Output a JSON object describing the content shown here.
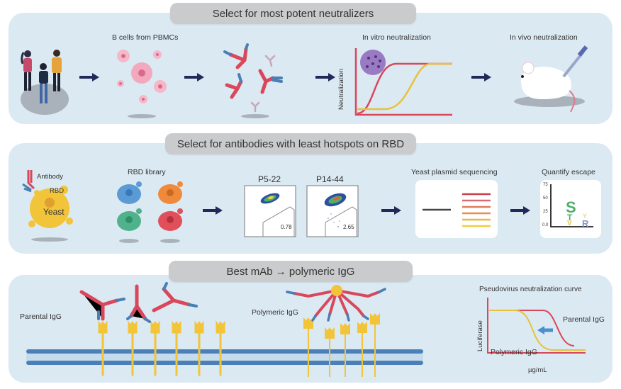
{
  "sections": [
    {
      "banner": "Select for most potent neutralizers",
      "steps": {
        "bcells": "B cells from PBMCs",
        "invitro": "In vitro neutralization",
        "invivo": "In vivo neutralization"
      },
      "invitro_plot": {
        "ylabel": "Neutralization",
        "series": [
          {
            "name": "potent",
            "color": "#d9475a"
          },
          {
            "name": "less potent",
            "color": "#e8c23c"
          }
        ]
      }
    },
    {
      "banner": "Select for antibodies with least hotspots on RBD",
      "labels": {
        "antibody": "Antibody",
        "rbd": "RBD",
        "yeast": "Yeast",
        "rbd_library": "RBD library",
        "seq": "Yeast plasmid sequencing",
        "escape": "Quantify escape"
      },
      "facs": [
        {
          "title": "P5-22",
          "gate_value": "0.78"
        },
        {
          "title": "P14-44",
          "gate_value": "2.65"
        }
      ],
      "escape_plot": {
        "yticks": [
          "75",
          "50",
          "25",
          "0.0"
        ],
        "letters": [
          "S",
          "T",
          "V",
          "Y",
          "R"
        ]
      }
    },
    {
      "banner": "Best mAb → polymeric IgG",
      "labels": {
        "parental": "Parental IgG",
        "polymeric": "Polymeric IgG"
      },
      "pseudovirus_plot": {
        "title": "Pseudovirus neutralization curve",
        "ylabel": "Luciferase",
        "xlabel": "µg/mL",
        "series_labels": {
          "parental": "Parental IgG",
          "polymeric": "Polymeric IgG"
        }
      }
    }
  ],
  "colors": {
    "panel": "#dbe9f2",
    "banner": "#c9cbcd",
    "arrow": "#1f2a5a",
    "red": "#d9475a",
    "yellow": "#e8c23c",
    "blue": "#4a7fb5",
    "membrane": "#4b7fb8"
  }
}
